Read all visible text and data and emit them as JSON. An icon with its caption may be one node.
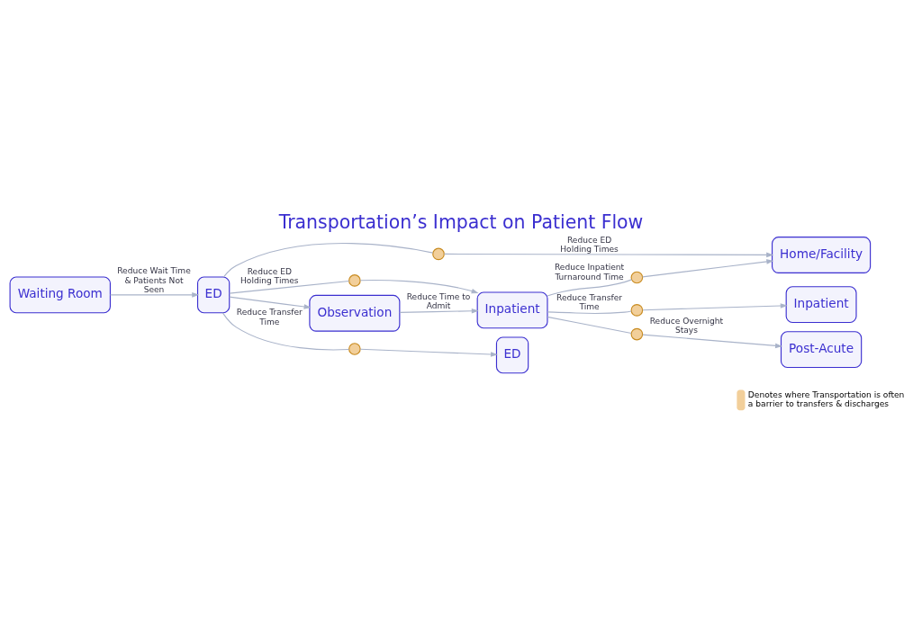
{
  "diagram": {
    "title": "Transportation’s Impact on Patient Flow",
    "nodes": [
      {
        "text": [
          "Waiting Room"
        ]
      },
      {
        "text": [
          "ED"
        ]
      },
      {
        "text": [
          "ED"
        ]
      },
      {
        "text": [
          "Observation"
        ]
      },
      {
        "text": [
          "Home/Facility"
        ]
      },
      {
        "text": [
          "Inpatient"
        ]
      },
      {
        "text": [
          "Inpatient"
        ]
      },
      {
        "text": [
          "Post-Acute"
        ]
      },
      {
        "text": [],
        "shape": "circle"
      },
      {
        "text": [],
        "shape": "circle"
      },
      {
        "text": [],
        "shape": "circle"
      },
      {
        "text": [],
        "shape": "circle"
      },
      {
        "text": [],
        "shape": "circle"
      },
      {
        "text": [],
        "shape": "circle"
      }
    ],
    "edges": [
      {
        "from": 0,
        "to": 1,
        "arrow": "to",
        "label": "Reduce Wait Time & Patients Not Seen"
      },
      {
        "from": 1,
        "to": 9,
        "arrow": "none",
        "label": "Reduce Transfer Time"
      },
      {
        "from": 9,
        "to": 2,
        "arrow": "to"
      },
      {
        "from": 1,
        "to": 10,
        "arrow": "none",
        "label": "Reduce ED Holding Times"
      },
      {
        "from": 10,
        "to": 5,
        "arrow": "to"
      },
      {
        "from": 1,
        "to": 3,
        "arrow": "to"
      },
      {
        "from": 3,
        "to": 5,
        "arrow": "to",
        "label": "Reduce Time to Admit"
      },
      {
        "from": 1,
        "to": 8,
        "arrow": "none"
      },
      {
        "from": 8,
        "to": 4,
        "arrow": "to",
        "label": "Reduce ED Holding Times"
      },
      {
        "from": 5,
        "to": 12,
        "arrow": "none",
        "label": "Reduce Transfer Time"
      },
      {
        "from": 12,
        "to": 6,
        "arrow": "to"
      },
      {
        "from": 5,
        "to": 13,
        "arrow": "none"
      },
      {
        "from": 13,
        "to": 7,
        "arrow": "to",
        "label": "Reduce Overnight Stays"
      },
      {
        "from": 5,
        "to": 11,
        "arrow": "none",
        "label": "Reduce Inpatient Turnaround Time"
      },
      {
        "from": 11,
        "to": 4,
        "arrow": "to"
      }
    ],
    "legend": [
      {
        "text": "Denotes where Transportation is often a barrier to transfers & discharges",
        "color": "#f2cf9a"
      }
    ]
  }
}
